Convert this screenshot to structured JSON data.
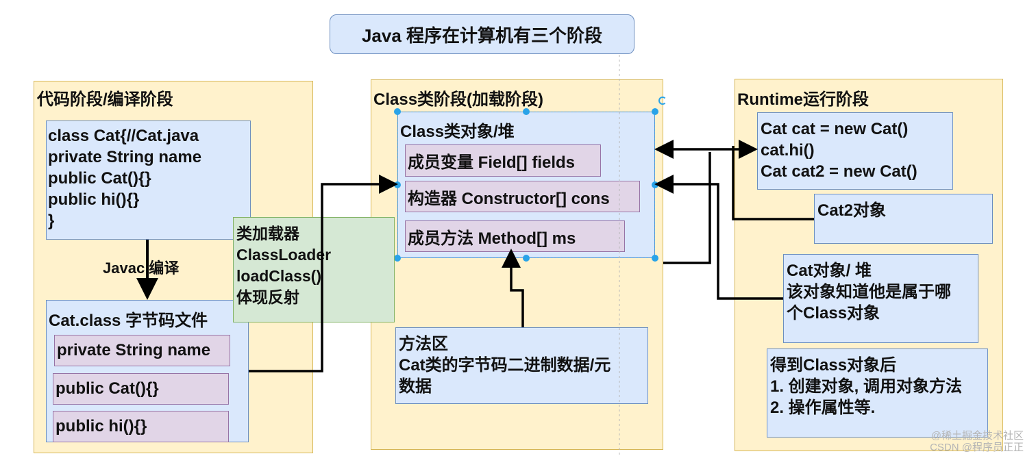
{
  "title": "Java 程序在计算机有三个阶段",
  "stage1": {
    "label": "代码阶段/编译阶段",
    "source_code": "class Cat{//Cat.java\nprivate String name\npublic Cat(){}\npublic hi(){}\n}",
    "compile_label": "Javac 编译",
    "bytecode_title": "Cat.class 字节码文件",
    "bytecode_items": [
      "private String name",
      "public Cat(){}",
      "public hi(){}"
    ]
  },
  "classloader": "类加载器\nClassLoader\nloadClass()\n体现反射",
  "stage2": {
    "label": "Class类阶段(加载阶段)",
    "class_object_title": "Class类对象/堆",
    "members": [
      "成员变量 Field[] fields",
      "构造器 Constructor[] cons",
      "成员方法 Method[] ms"
    ],
    "method_area": "方法区\nCat类的字节码二进制数据/元\n数据"
  },
  "stage3": {
    "label": "Runtime运行阶段",
    "runtime_code": "Cat cat = new Cat()\ncat.hi()\nCat cat2 = new Cat()",
    "cat2_object": "Cat2对象",
    "cat_object": "Cat对象/ 堆\n该对象知道他是属于哪\n个Class对象",
    "after_class": "得到Class对象后\n1. 创建对象, 调用对象方法\n2. 操作属性等."
  },
  "watermark": "@稀土掘金技术社区\nCSDN @程序员正正"
}
